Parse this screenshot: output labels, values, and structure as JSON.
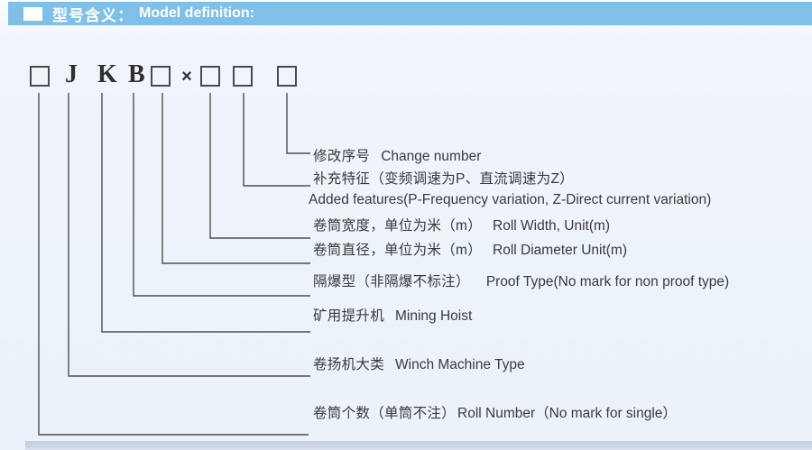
{
  "header": {
    "title_zh": "型号含义：",
    "title_en": "Model definition:",
    "bar_color": "#7fc0e9",
    "text_color": "#ffffff",
    "bullet_icon": "white-square-icon"
  },
  "model_code": {
    "symbols": [
      {
        "type": "box",
        "char": ""
      },
      {
        "type": "letter",
        "char": "J"
      },
      {
        "type": "letter",
        "char": "K"
      },
      {
        "type": "letter",
        "char": "B"
      },
      {
        "type": "box",
        "char": ""
      },
      {
        "type": "multiply",
        "char": "×"
      },
      {
        "type": "box",
        "char": ""
      },
      {
        "type": "box",
        "char": ""
      },
      {
        "type": "box",
        "char": ""
      }
    ]
  },
  "definitions": [
    {
      "connects_to_symbol": 8,
      "zh": "修改序号",
      "en": "Change number"
    },
    {
      "connects_to_symbol": 7,
      "zh": "补充特征（变频调速为P、直流调速为Z）",
      "en": "Added features(P-Frequency variation, Z-Direct current variation)"
    },
    {
      "connects_to_symbol": 6,
      "zh": "卷筒宽度，单位为米（m）",
      "en": "Roll Width, Unit(m)"
    },
    {
      "connects_to_symbol": 5,
      "zh": "卷筒直径，单位为米（m）",
      "en": "Roll Diameter Unit(m)"
    },
    {
      "connects_to_symbol": 4,
      "zh": "隔爆型（非隔爆不标注）",
      "en": "Proof Type(No mark for non proof type)"
    },
    {
      "connects_to_symbol": 3,
      "zh": "矿用提升机",
      "en": "Mining Hoist"
    },
    {
      "connects_to_symbol": 2,
      "zh": "卷扬机大类",
      "en": "Winch Machine Type"
    },
    {
      "connects_to_symbol": 1,
      "zh": "卷筒个数（单筒不注）",
      "en": "Roll Number（No mark for single）"
    }
  ],
  "colors": {
    "header_bar": "#7fc0e9",
    "page_background": "#eef3fa",
    "text": "#3a3a3a",
    "line": "#4f4f4f",
    "bottom_strip": "#c7d2e0"
  }
}
